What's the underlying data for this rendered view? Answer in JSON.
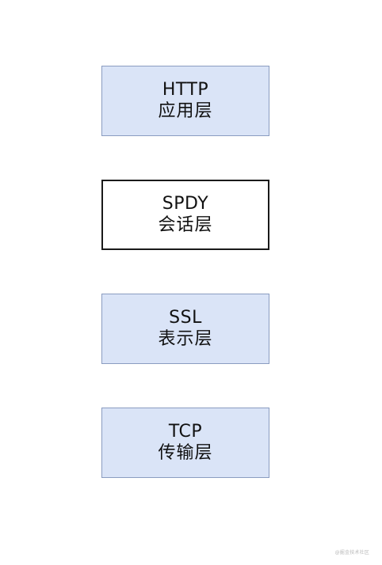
{
  "layers": [
    {
      "protocol": "HTTP",
      "name": "应用层",
      "fill": "#dae4f7"
    },
    {
      "protocol": "SPDY",
      "name": "会话层",
      "fill": "#ffffff"
    },
    {
      "protocol": "SSL",
      "name": "表示层",
      "fill": "#dae4f7"
    },
    {
      "protocol": "TCP",
      "name": "传输层",
      "fill": "#dae4f7"
    }
  ],
  "watermark": "@掘金技术社区"
}
